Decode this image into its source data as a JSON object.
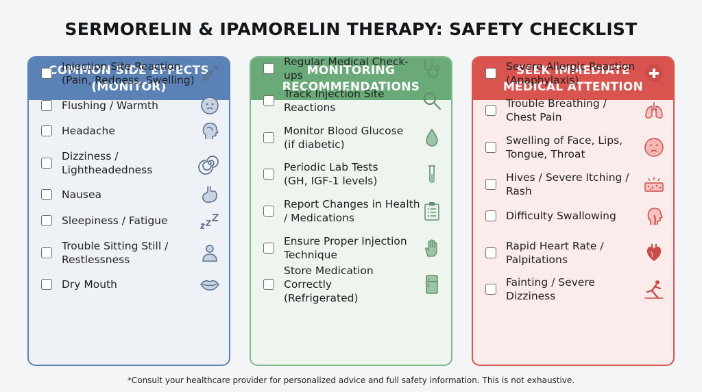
{
  "title": "SERMORELIN & IPAMORELIN THERAPY: SAFETY CHECKLIST",
  "footnote": "*Consult your healthcare provider for personalized advice and full safety information. This is not exhaustive.",
  "colors": {
    "side_effects_header": "#5b82b7",
    "side_effects_border": "#5b82b7",
    "side_effects_bg": "#eef1f6",
    "monitoring_header": "#6aaa78",
    "monitoring_border": "#7cb88a",
    "monitoring_bg": "#edf5ee",
    "emergency_header": "#d9534f",
    "emergency_border": "#d9534f",
    "emergency_bg": "#fbeceb"
  },
  "columns": [
    {
      "id": "side-effects",
      "title": "COMMON SIDE EFFECTS\n(MONITOR)",
      "items": [
        {
          "label": "Injection Site Reaction\n(Pain, Redness, Swelling)",
          "icon": "syringe-icon"
        },
        {
          "label": "Flushing / Warmth",
          "icon": "flushed-face-icon"
        },
        {
          "label": "Headache",
          "icon": "head-icon"
        },
        {
          "label": "Dizziness /\nLightheadedness",
          "icon": "spiral-icon"
        },
        {
          "label": "Nausea",
          "icon": "stomach-icon"
        },
        {
          "label": "Sleepiness / Fatigue",
          "icon": "zzz-icon"
        },
        {
          "label": "Trouble Sitting Still /\nRestlessness",
          "icon": "person-icon"
        },
        {
          "label": "Dry Mouth",
          "icon": "lips-icon"
        }
      ]
    },
    {
      "id": "monitoring",
      "title": "MONITORING\nRECOMMENDATIONS",
      "items": [
        {
          "label": "Regular Medical Check-ups",
          "icon": "stethoscope-icon"
        },
        {
          "label": "Track Injection Site\nReactions",
          "icon": "magnifier-icon"
        },
        {
          "label": "Monitor Blood Glucose\n(if diabetic)",
          "icon": "blood-drop-icon"
        },
        {
          "label": "Periodic Lab Tests\n(GH, IGF-1 levels)",
          "icon": "test-tube-icon"
        },
        {
          "label": "Report Changes in Health\n/ Medications",
          "icon": "clipboard-icon"
        },
        {
          "label": "Ensure Proper Injection\nTechnique",
          "icon": "hand-icon"
        },
        {
          "label": "Store Medication Correctly\n(Refrigerated)",
          "icon": "refrigerator-icon"
        }
      ]
    },
    {
      "id": "emergency",
      "title": "SEEK IMMEDIATE\nMEDICAL ATTENTION",
      "items": [
        {
          "label": "Severe Allergic Reaction\n(Anaphylaxis)",
          "icon": "medical-cross-icon"
        },
        {
          "label": "Trouble Breathing /\nChest Pain",
          "icon": "lungs-icon"
        },
        {
          "label": "Swelling of Face, Lips,\nTongue, Throat",
          "icon": "swollen-face-icon"
        },
        {
          "label": "Hives / Severe Itching /\nRash",
          "icon": "rash-skin-icon"
        },
        {
          "label": "Difficulty Swallowing",
          "icon": "throat-icon"
        },
        {
          "label": "Rapid Heart Rate /\nPalpitations",
          "icon": "heart-icon"
        },
        {
          "label": "Fainting / Severe\nDizziness",
          "icon": "fainting-person-icon"
        }
      ]
    }
  ]
}
